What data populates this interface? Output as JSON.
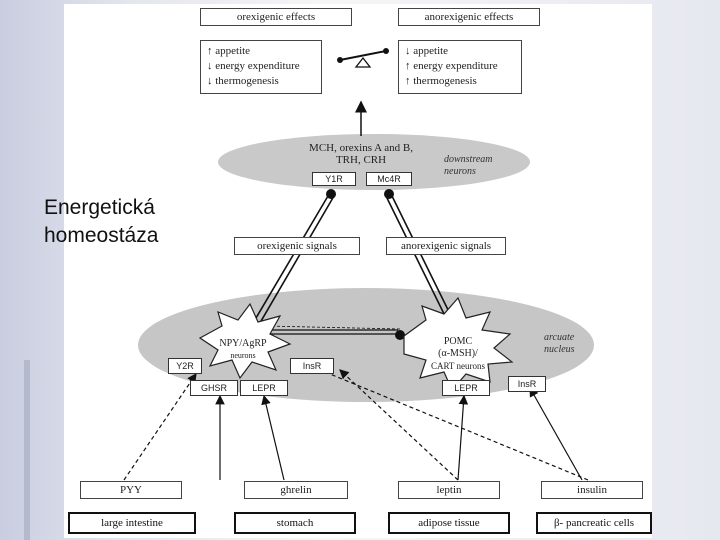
{
  "slide_label": {
    "line1": "Energetická",
    "line2": "homeostáza"
  },
  "top": {
    "orexigenic_effects": "orexigenic effects",
    "anorexigenic_effects": "anorexigenic effects"
  },
  "effects_left": [
    "↑ appetite",
    "↓ energy expenditure",
    "↓ thermogenesis"
  ],
  "effects_right": [
    "↓ appetite",
    "↑ energy expenditure",
    "↑ thermogenesis"
  ],
  "downstream": {
    "line1": "MCH, orexins A and B,",
    "line2": "TRH, CRH",
    "label1": "downstream",
    "label2": "neurons",
    "receptor_left": "Y1R",
    "receptor_right": "Mc4R"
  },
  "signals": {
    "orexigenic": "orexigenic signals",
    "anorexigenic": "anorexigenic signals"
  },
  "arcuate": {
    "label1": "arcuate",
    "label2": "nucleus",
    "npy_line1": "NPY/AgRP",
    "npy_line2": "neurons",
    "pomc_line1": "POMC",
    "pomc_line2": "(α-MSH)/",
    "pomc_line3": "CART neurons",
    "receptors": {
      "y2r": "Y2R",
      "insr_left": "InsR",
      "ghsr": "GHSR",
      "lepr_left": "LEPR",
      "lepr_right": "LEPR",
      "insr_right": "InsR"
    }
  },
  "hormones": [
    "PYY",
    "ghrelin",
    "leptin",
    "insulin"
  ],
  "sources": [
    "large intestine",
    "stomach",
    "adipose tissue",
    "β- pancreatic cells"
  ]
}
